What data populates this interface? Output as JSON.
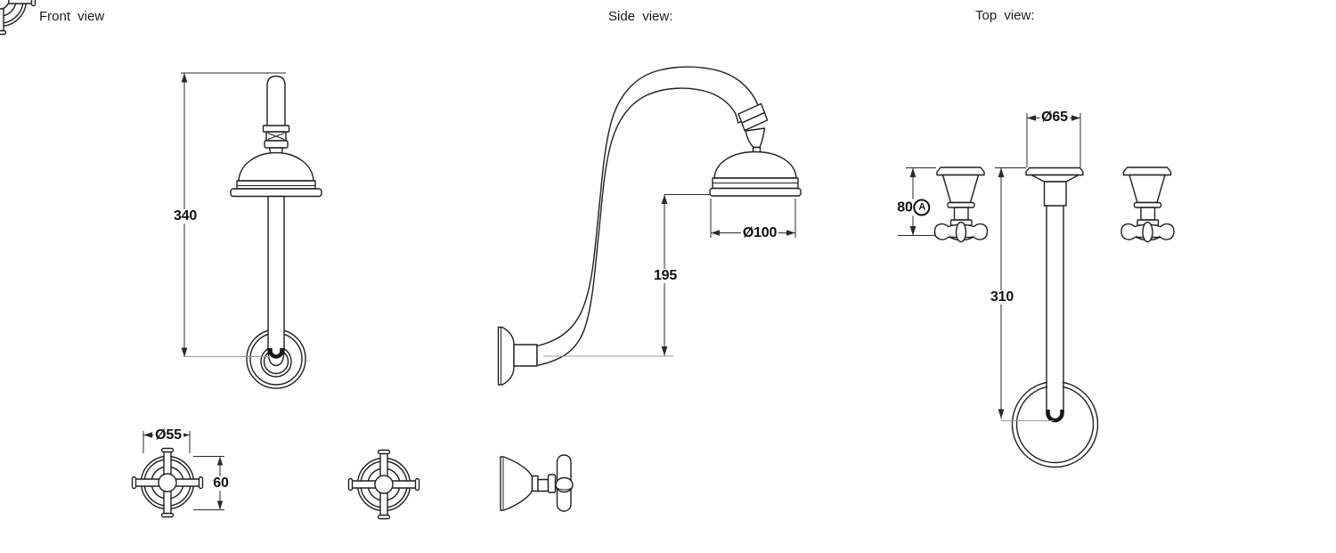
{
  "page": {
    "background": "#ffffff",
    "line_color": "#1f1f1f",
    "text_color": "#111111"
  },
  "views": {
    "front": {
      "label": "Front view"
    },
    "side": {
      "label": "Side view:"
    },
    "top": {
      "label": "Top view:"
    }
  },
  "dimensions": {
    "front_overall_height": "340",
    "front_handle_diameter": "Ø55",
    "front_handle_height": "60",
    "side_head_diameter": "Ø100",
    "side_head_drop": "195",
    "top_flange_diameter": "Ø65",
    "top_handle_depth": "80",
    "top_handle_depth_note": "A",
    "top_arm_length": "310"
  }
}
